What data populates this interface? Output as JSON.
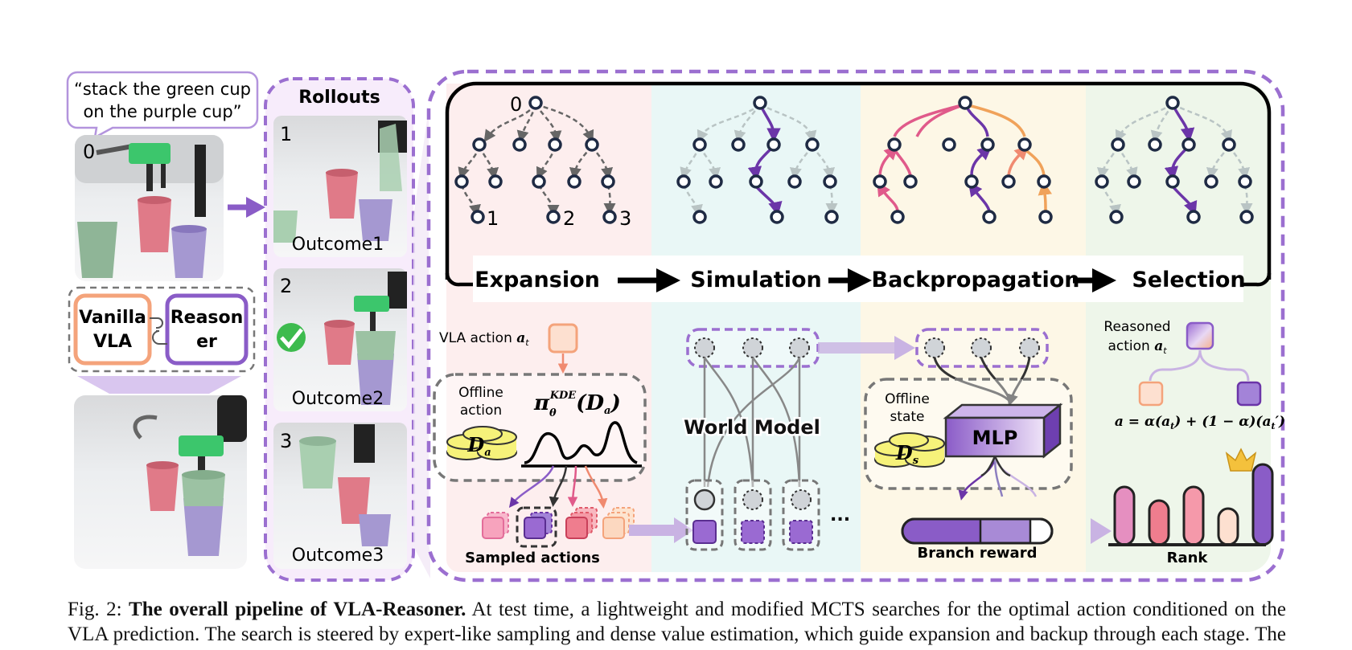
{
  "left_panel": {
    "speech": [
      "“stack the green cup",
      "on the purple cup”"
    ],
    "initial_label": "0",
    "vanilla": [
      "Vanilla",
      "VLA"
    ],
    "reasoner": [
      "Reason",
      "er"
    ]
  },
  "rollouts": {
    "title": "Rollouts",
    "items": [
      {
        "num": "1",
        "label": "Outcome1"
      },
      {
        "num": "2",
        "label": "Outcome2"
      },
      {
        "num": "3",
        "label": "Outcome3"
      }
    ]
  },
  "mcts": {
    "tree_labels": {
      "root": "0",
      "leaf1": "1",
      "leaf2": "2",
      "leaf3": "3"
    },
    "stages": [
      "Expansion",
      "Simulation",
      "Backpropagation",
      "Selection"
    ],
    "expansion": {
      "vla_action": "VLA action",
      "vla_symbol": "a",
      "vla_sub": "t",
      "offline": [
        "Offline",
        "action"
      ],
      "db_label": "D",
      "db_sub": "a",
      "kde": "π",
      "kde_sub": "θ",
      "kde_sup": "KDE",
      "kde_arg": "(D",
      "kde_arg_sub": "a",
      "kde_close": ")",
      "sampled": "Sampled actions"
    },
    "simulation": {
      "world_model": "World Model",
      "ellipsis": "..."
    },
    "backprop": {
      "offline": [
        "Offline",
        "state"
      ],
      "db_label": "D",
      "db_sub": "s",
      "mlp": "MLP",
      "reward": "Branch reward"
    },
    "selection": {
      "reasoned": [
        "Reasoned",
        "action"
      ],
      "reasoned_symbol": "a",
      "reasoned_sub": "t",
      "formula": "a = α(a",
      "formula_sub1": "t",
      "formula_mid": ") + (1 − α)(a",
      "formula_sub2": "t",
      "formula_end": "′)",
      "rank": "Rank",
      "bar_values": [
        0.72,
        0.55,
        0.72,
        0.45,
        1.0
      ]
    }
  },
  "caption": {
    "label": "Fig. 2: ",
    "bold": "The overall pipeline of VLA-Reasoner.",
    "text": " At test time, a lightweight and modified MCTS searches for the optimal action conditioned on the VLA prediction. The search is steered by expert-like sampling and dense value estimation, which guide expansion and backup through each stage. The resulting best-scored action is then used to enhance the VLA's prediction via weighted combination."
  },
  "colors": {
    "purple": "#8a5cc7",
    "dash_purple": "#9b6fd0",
    "pink_bg": "#fdeeee",
    "cyan_bg": "#e9f7f6",
    "yellow_bg": "#fdf7e6",
    "green_bg": "#eef6ea",
    "node_stroke": "#1f2b44",
    "orange": "#f4a37b",
    "pink": "#e36d9a"
  }
}
